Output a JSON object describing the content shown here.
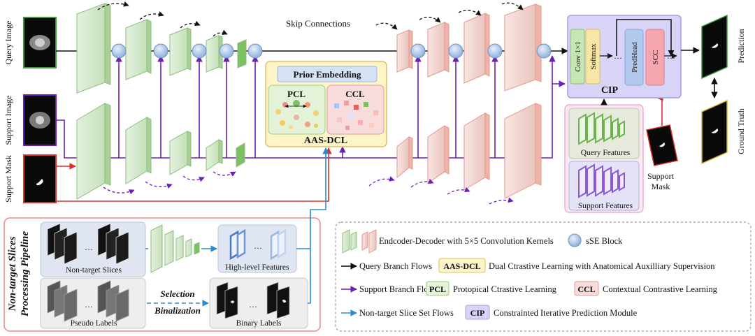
{
  "labels": {
    "skip_connections": "Skip Connections",
    "query_image": "Query Image",
    "support_image": "Support Image",
    "support_mask_left": "Support Mask",
    "prior_embedding": "Prior Embedding",
    "pcl": "PCL",
    "ccl": "CCL",
    "aas_dcl": "AAS-DCL",
    "conv": "Conv 1×1",
    "softmax": "Softmax",
    "predhead": "PredHead",
    "scc": "SCC",
    "cip": "CIP",
    "query_features": "Query Features",
    "support_features": "Support Features",
    "support_mask_right": "Support Mask",
    "prediction": "Prediction",
    "ground_truth": "Ground Truth",
    "pipeline_title_1": "Non-target Slices",
    "pipeline_title_2": "Processing Pipeline",
    "non_target_slices": "Non-target Slices",
    "high_level_features": "High-level Features",
    "pseudo_labels": "Pseudo Labels",
    "binary_labels": "Binary Labels",
    "selection": "Selection",
    "binalization": "Binalization",
    "ellipsis": "…"
  },
  "legend": {
    "encoder_decoder": "Endcoder-Decoder with 5×5 Convolution  Kernels",
    "sse_block": "sSE Block",
    "query_flows": "Query Branch Flows",
    "aas_dcl_tag": "AAS-DCL",
    "aas_dcl_desc": "Dual Ctrastive Learning with Anatomical Auxilliary Supervision",
    "support_flows": "Support Branch Flows",
    "pcl_tag": "PCL",
    "pcl_desc": "Protopical Ctrastive Learning",
    "ccl_tag": "CCL",
    "ccl_desc": "Contextual Contrastive Learning",
    "nontarget_flows": "Non-target Slice Set Flows",
    "cip_tag": "CIP",
    "cip_desc": "Constrainted Iterative Prediction Module"
  },
  "colors": {
    "query_flow": "#111111",
    "support_flow": "#6a1fb5",
    "nontarget_flow": "#2a8ad0",
    "mask_flow": "#d93030",
    "encoder_green": "#b9dcae",
    "decoder_red": "#f0c8c0",
    "sse_blue": "#a9c4ea",
    "aas_yellow": "#fdf4c8",
    "cip_purple": "#d8d4f7",
    "pipeline_border": "#e88a8a"
  },
  "icons": {
    "sse_block": "circle",
    "flow_arrow": "arrow-right"
  }
}
